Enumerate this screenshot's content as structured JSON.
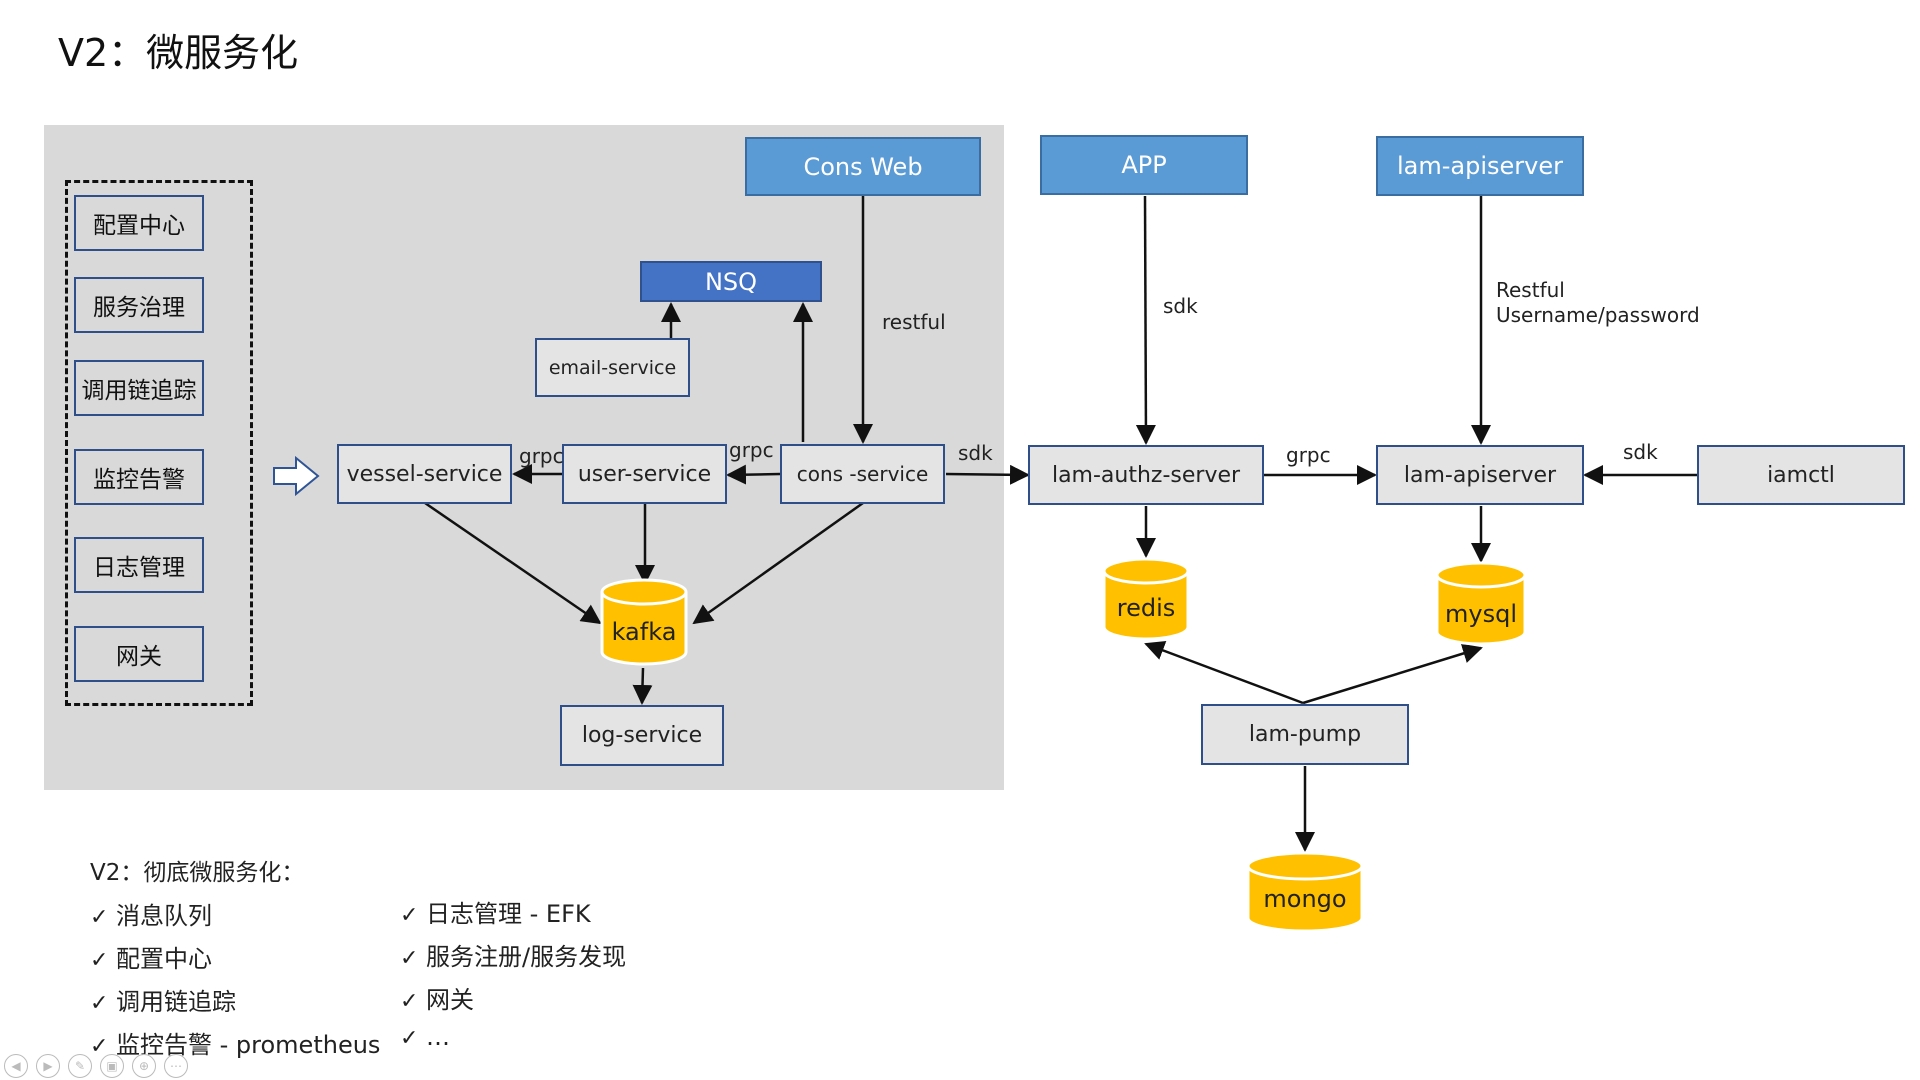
{
  "title": "V2：微服务化",
  "sidebar": [
    "配置中心",
    "服务治理",
    "调用链追踪",
    "监控告警",
    "日志管理",
    "网关"
  ],
  "nodes": {
    "cons_web": "Cons Web",
    "nsq": "NSQ",
    "email_service": "email-service",
    "vessel_service": "vessel-service",
    "user_service": "user-service",
    "cons_service": "cons -service",
    "log_service": "log-service",
    "app": "APP",
    "lam_apiserver_top": "lam-apiserver",
    "lam_authz_server": "lam-authz-server",
    "lam_apiserver": "lam-apiserver",
    "iamctl": "iamctl",
    "lam_pump": "lam-pump"
  },
  "databases": {
    "kafka": "kafka",
    "redis": "redis",
    "mysql": "mysql",
    "mongo": "mongo"
  },
  "edge_labels": {
    "grpc_1": "grpc",
    "grpc_2": "grpc",
    "restful": "restful",
    "sdk_1": "sdk",
    "sdk_2": "sdk",
    "grpc_3": "grpc",
    "restful_2": "Restful",
    "username_password": "Username/password",
    "sdk_3": "sdk"
  },
  "bottom": {
    "heading": "V2：彻底微服务化：",
    "col1": [
      "消息队列",
      "配置中心",
      "调用链追踪",
      "监控告警 - prometheus"
    ],
    "col2": [
      "日志管理 - EFK",
      "服务注册/服务发现",
      "网关",
      "…"
    ]
  },
  "check_mark": "✓",
  "colors": {
    "panel": "#d9d9d9",
    "top_box": "#5b9bd5",
    "nsq": "#4472c4",
    "db": "#ffc000",
    "border": "#2f4f8a"
  }
}
